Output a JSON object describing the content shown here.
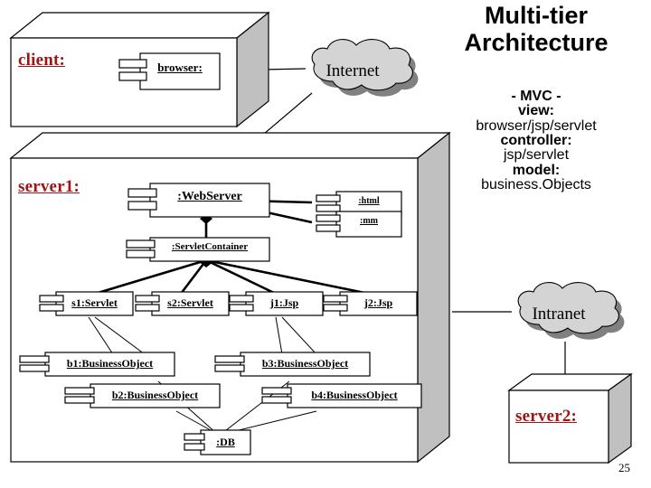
{
  "slide": {
    "title_line1": "Multi-tier",
    "title_line2": "Architecture",
    "page_number": "25"
  },
  "mvc_note": {
    "heading": "- MVC -",
    "rows": [
      {
        "label": "view:",
        "value": "browser/jsp/servlet"
      },
      {
        "label": "controller:",
        "value": "jsp/servlet"
      },
      {
        "label": "model:",
        "value": "business.Objects"
      }
    ]
  },
  "colors": {
    "node_label": "#9E1515",
    "node_side": "#C0C0C0",
    "cloud_fill": "#D4D4D4",
    "cloud_shadow": "#808080",
    "stroke": "#000000"
  },
  "nodes": [
    {
      "id": "client",
      "label": "client:"
    },
    {
      "id": "server1",
      "label": "server1:"
    },
    {
      "id": "server2",
      "label": "server2:"
    }
  ],
  "clouds": [
    {
      "id": "internet",
      "label": "Internet"
    },
    {
      "id": "intranet",
      "label": "Intranet"
    }
  ],
  "components": {
    "browser": {
      "label": "browser:"
    },
    "web_server": {
      "label": ":WebServer"
    },
    "html": {
      "label": ":html"
    },
    "mm": {
      "label": ":mm"
    },
    "servlet_container": {
      "label": ":ServletContainer"
    },
    "s1": {
      "label": "s1:Servlet"
    },
    "s2": {
      "label": "s2:Servlet"
    },
    "j1": {
      "label": "j1:Jsp"
    },
    "j2": {
      "label": "j2:Jsp"
    },
    "b1": {
      "label": "b1:BusinessObject"
    },
    "b2": {
      "label": "b2:BusinessObject"
    },
    "b3": {
      "label": "b3:BusinessObject"
    },
    "b4": {
      "label": "b4:BusinessObject"
    },
    "db": {
      "label": ":DB"
    }
  }
}
